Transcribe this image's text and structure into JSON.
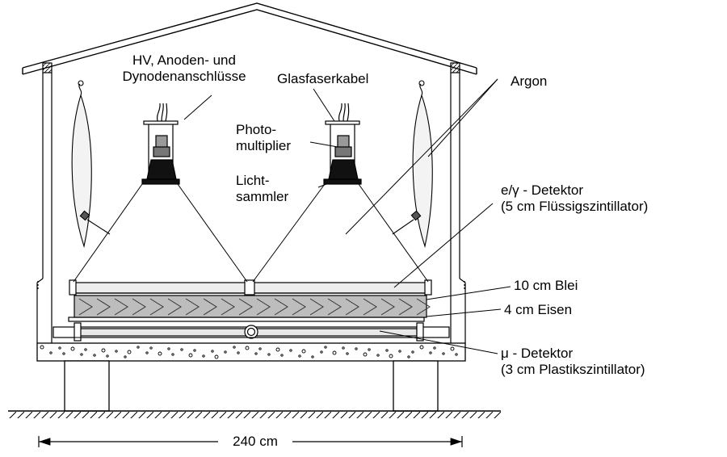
{
  "labels": {
    "hv_line1": "HV, Anoden- und",
    "hv_line2": "Dynodenanschlüsse",
    "glasfaser": "Glasfaserkabel",
    "photo_line1": "Photo-",
    "photo_line2": "multiplier",
    "licht_line1": "Licht-",
    "licht_line2": "sammler",
    "argon": "Argon",
    "eg_line1": "e/γ - Detektor",
    "eg_line2": "(5 cm Flüssigszintillator)",
    "blei": "10 cm Blei",
    "eisen": "4 cm Eisen",
    "mu_line1": "μ - Detektor",
    "mu_line2": "(3 cm Plastikszintillator)",
    "width": "240 cm"
  }
}
